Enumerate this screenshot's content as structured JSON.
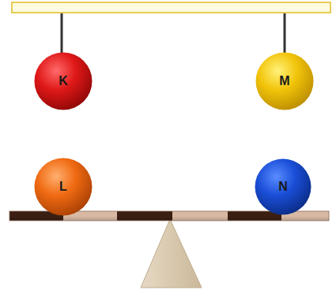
{
  "diagram": {
    "nodes": [
      {
        "text": [
          "K"
        ]
      },
      {
        "text": [
          "M"
        ]
      },
      {
        "text": [
          "L"
        ]
      },
      {
        "text": [
          "N"
        ]
      }
    ]
  }
}
